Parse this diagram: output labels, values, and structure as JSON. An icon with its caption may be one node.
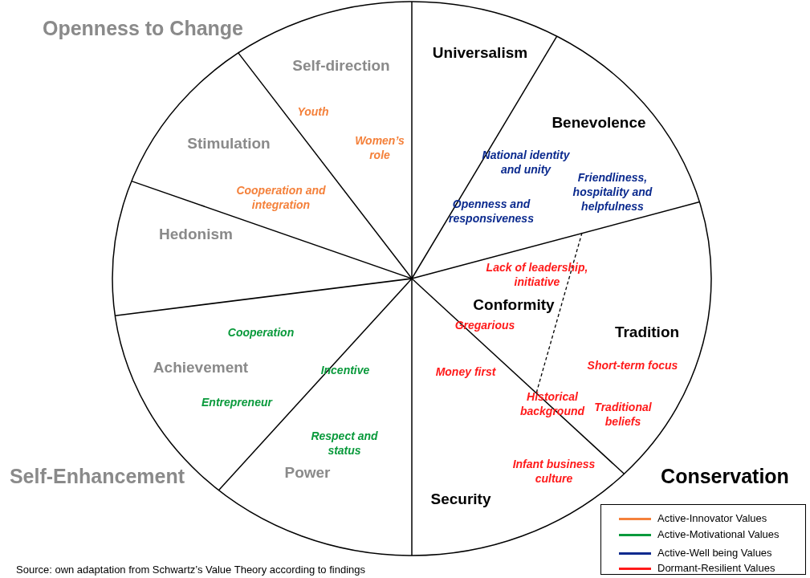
{
  "diagram": {
    "caption": "Source: own adaptation from Schwartz’s Value Theory according to findings",
    "nodes": [
      {
        "text": [
          "Self-direction",
          "Youth",
          "Women’s role"
        ]
      },
      {
        "text": [
          "Universalism",
          "National identity and unity",
          "Openness and responsiveness"
        ]
      },
      {
        "text": [
          "Stimulation",
          "Cooperation and integration"
        ]
      },
      {
        "text": [
          "Benevolence",
          "Friendliness, hospitality and helpfulness"
        ]
      },
      {
        "text": [
          "Hedonism"
        ]
      },
      {
        "text": [
          "Lack of leadership, initiative",
          "Conformity",
          "Gregarious"
        ]
      },
      {
        "text": [
          "Tradition",
          "Short-term focus",
          "Traditional beliefs"
        ]
      },
      {
        "text": [
          "Cooperation",
          "Achievement",
          "Entrepreneur"
        ]
      },
      {
        "text": [
          "Incentive",
          "Respect and status",
          "Power"
        ]
      },
      {
        "text": [
          "Security",
          "Money first",
          "Historical background",
          "Infant business culture"
        ]
      }
    ],
    "labels": [
      "Openness to Change",
      "Self-Enhancement",
      "Conservation"
    ],
    "legend": [
      {
        "text": "Active-Innovator Values",
        "color": "#f4813b"
      },
      {
        "text": "Active-Motivational Values",
        "color": "#0a9a3c"
      },
      {
        "text": "Active-Well being Values",
        "color": "#0b2a8e"
      },
      {
        "text": "Dormant-Resilient Values",
        "color": "#ff1a1a"
      }
    ]
  }
}
